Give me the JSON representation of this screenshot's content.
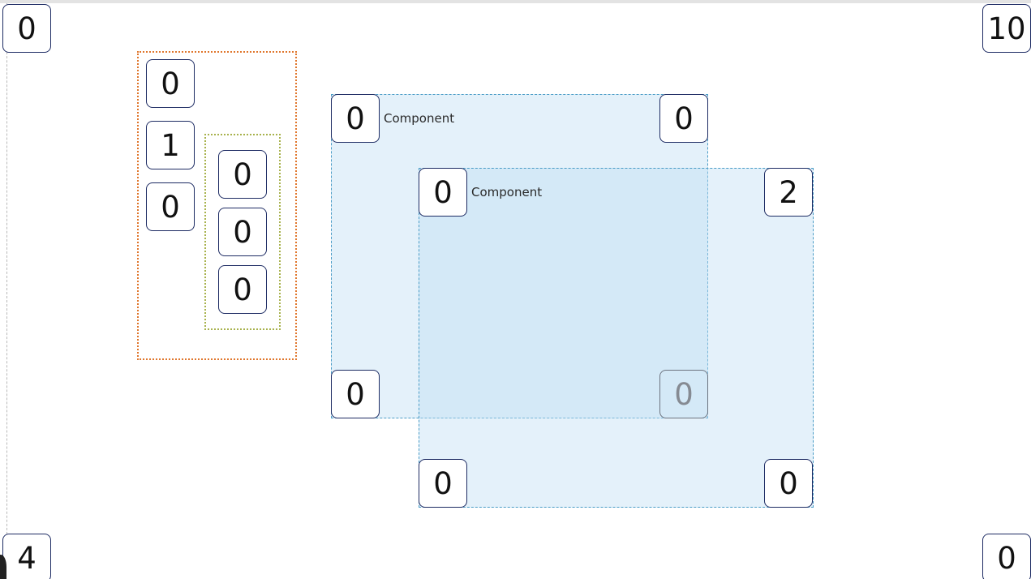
{
  "canvas": {
    "corners": {
      "top_left": "0",
      "top_right": "10",
      "bottom_left": "4",
      "bottom_right": "0"
    }
  },
  "group_outer": {
    "counters": [
      "0",
      "1",
      "0"
    ]
  },
  "group_inner": {
    "counters": [
      "0",
      "0",
      "0"
    ]
  },
  "component_1": {
    "label": "Component",
    "top_left": "0",
    "top_right": "0",
    "bottom_left": "0",
    "bottom_right": "0"
  },
  "component_2": {
    "label": "Component",
    "top_left": "0",
    "top_right": "2",
    "bottom_left": "0",
    "bottom_right": "0"
  },
  "colors": {
    "counter_border": "#1d2b63",
    "group_outer_border": "#e0772e",
    "group_inner_border": "#a8b24d",
    "component_fill": "#bfdef3",
    "component_border": "#4a9cc6"
  }
}
